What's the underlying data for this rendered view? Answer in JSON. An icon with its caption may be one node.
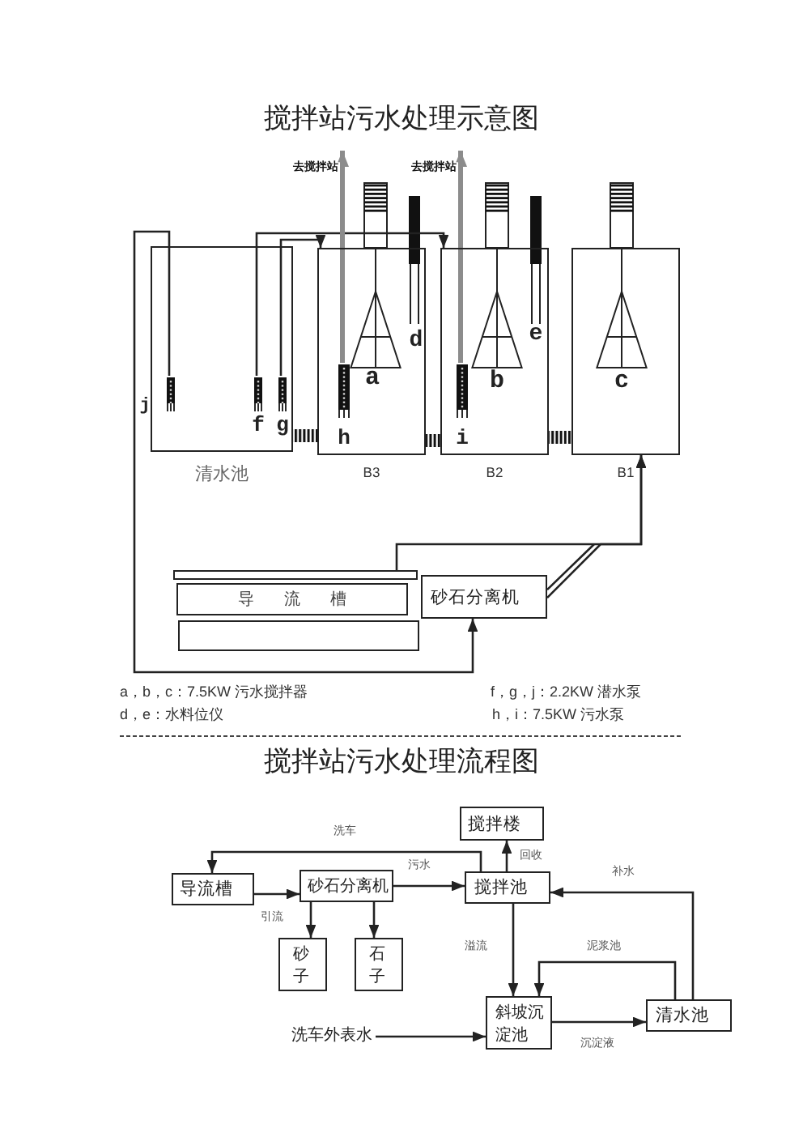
{
  "diagram": {
    "title": "搅拌站污水处理示意图",
    "nodes": [
      {
        "text": [
          "清水池"
        ]
      },
      {
        "text": [],
        "shape": "bar",
        "in": 0,
        "beside": [
          "j"
        ]
      },
      {
        "text": [],
        "shape": "bar",
        "in": 0,
        "beside": [
          "f"
        ]
      },
      {
        "text": [],
        "shape": "bar",
        "in": 0,
        "beside": [
          "g"
        ]
      },
      {
        "text": [
          "B3"
        ]
      },
      {
        "text": [],
        "shape": "bar",
        "in": 4,
        "beside": [
          "h"
        ]
      },
      {
        "text": [
          "B2"
        ]
      },
      {
        "text": [],
        "shape": "bar",
        "in": 6,
        "beside": [
          "i"
        ]
      },
      {
        "text": [
          "B1"
        ]
      },
      {
        "text": [],
        "shape": "box"
      },
      {
        "text": [
          "导 流 槽"
        ]
      },
      {
        "text": [
          "砂石分离机"
        ]
      },
      {
        "text": [],
        "shape": "box"
      },
      {
        "text": [
          "搅拌楼"
        ]
      },
      {
        "text": [
          "导流槽"
        ]
      },
      {
        "text": [
          "砂石分离机"
        ]
      },
      {
        "text": [
          "搅拌池"
        ]
      },
      {
        "text": [
          "砂子"
        ]
      },
      {
        "text": [
          "石子"
        ]
      },
      {
        "text": [
          "斜坡沉淀池"
        ]
      },
      {
        "text": [
          "清水池"
        ]
      },
      {
        "text": [
          "洗车外表水"
        ]
      }
    ],
    "edges": [
      {
        "from": 1,
        "to": 11,
        "arrow": "to"
      },
      {
        "from": 2,
        "to": 6,
        "arrow": "to"
      },
      {
        "from": 3,
        "to": 4,
        "arrow": "to"
      },
      {
        "from": 5,
        "to": null,
        "arrow": "to",
        "label": "去搅拌站",
        "style": "thick",
        "color": "#8c8c8c"
      },
      {
        "from": 7,
        "to": null,
        "arrow": "to",
        "label": "去搅拌站",
        "style": "thick",
        "color": "#8c8c8c"
      },
      {
        "from": 0,
        "to": 4,
        "arrow": "none",
        "style": "thick"
      },
      {
        "from": 4,
        "to": 6,
        "arrow": "none",
        "style": "thick"
      },
      {
        "from": 6,
        "to": 8,
        "arrow": "none",
        "style": "thick"
      },
      {
        "from": 9,
        "to": 8,
        "arrow": "to"
      },
      {
        "from": 11,
        "to": 8,
        "arrow": "to"
      },
      {
        "from": 16,
        "to": 14,
        "arrow": "to",
        "label": "洗车"
      },
      {
        "from": 14,
        "to": 15,
        "arrow": "to",
        "label": "引流"
      },
      {
        "from": 15,
        "to": 16,
        "arrow": "to",
        "label": "污水"
      },
      {
        "from": 16,
        "to": 13,
        "arrow": "to",
        "label": "回收"
      },
      {
        "from": 15,
        "to": 17,
        "arrow": "to"
      },
      {
        "from": 15,
        "to": 18,
        "arrow": "to"
      },
      {
        "from": 20,
        "to": 16,
        "arrow": "to",
        "label": "补水"
      },
      {
        "from": 16,
        "to": 19,
        "arrow": "to",
        "label": "溢流"
      },
      {
        "from": 20,
        "to": 19,
        "arrow": "to",
        "label": "泥浆池"
      },
      {
        "from": 19,
        "to": 20,
        "arrow": "to",
        "label": "沉淀液"
      },
      {
        "from": 21,
        "to": 19,
        "arrow": "to"
      }
    ],
    "labels": [
      "d",
      "e",
      "a",
      "b",
      "c",
      "a，b，c：7.5KW 污水搅拌器",
      "f，g，j：2.2KW 潜水泵",
      "d，e：水料位仪",
      "h，i：7.5KW 污水泵",
      "搅拌站污水处理流程图"
    ]
  }
}
